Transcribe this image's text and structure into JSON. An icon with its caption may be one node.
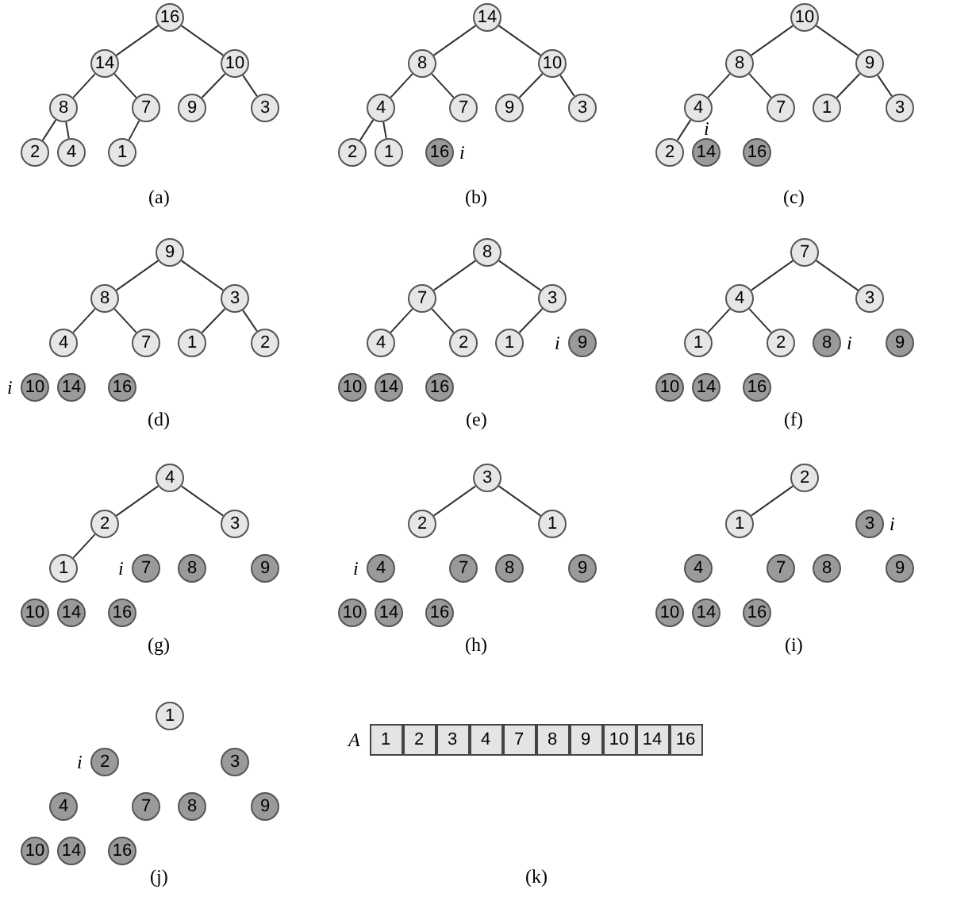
{
  "diagram": {
    "nodes": [
      {
        "text": [
          "16"
        ]
      },
      {
        "text": [
          "14"
        ]
      },
      {
        "text": [
          "10"
        ]
      },
      {
        "text": [
          "8"
        ]
      },
      {
        "text": [
          "7"
        ]
      },
      {
        "text": [
          "9"
        ]
      },
      {
        "text": [
          "3"
        ]
      },
      {
        "text": [
          "2"
        ]
      },
      {
        "text": [
          "4"
        ]
      },
      {
        "text": [
          "1"
        ]
      },
      {
        "text": [
          "14"
        ]
      },
      {
        "text": [
          "8"
        ]
      },
      {
        "text": [
          "10"
        ]
      },
      {
        "text": [
          "4"
        ]
      },
      {
        "text": [
          "7"
        ]
      },
      {
        "text": [
          "9"
        ]
      },
      {
        "text": [
          "3"
        ]
      },
      {
        "text": [
          "2"
        ]
      },
      {
        "text": [
          "1"
        ]
      },
      {
        "text": [
          "16"
        ]
      },
      {
        "text": [
          "10"
        ]
      },
      {
        "text": [
          "8"
        ]
      },
      {
        "text": [
          "9"
        ]
      },
      {
        "text": [
          "4"
        ]
      },
      {
        "text": [
          "7"
        ]
      },
      {
        "text": [
          "1"
        ]
      },
      {
        "text": [
          "3"
        ]
      },
      {
        "text": [
          "2"
        ]
      },
      {
        "text": [
          "14"
        ]
      },
      {
        "text": [
          "16"
        ]
      },
      {
        "text": [
          "9"
        ]
      },
      {
        "text": [
          "8"
        ]
      },
      {
        "text": [
          "3"
        ]
      },
      {
        "text": [
          "4"
        ]
      },
      {
        "text": [
          "7"
        ]
      },
      {
        "text": [
          "1"
        ]
      },
      {
        "text": [
          "2"
        ]
      },
      {
        "text": [
          "10"
        ]
      },
      {
        "text": [
          "14"
        ]
      },
      {
        "text": [
          "16"
        ]
      },
      {
        "text": [
          "8"
        ]
      },
      {
        "text": [
          "7"
        ]
      },
      {
        "text": [
          "3"
        ]
      },
      {
        "text": [
          "4"
        ]
      },
      {
        "text": [
          "2"
        ]
      },
      {
        "text": [
          "1"
        ]
      },
      {
        "text": [
          "9"
        ]
      },
      {
        "text": [
          "10"
        ]
      },
      {
        "text": [
          "14"
        ]
      },
      {
        "text": [
          "16"
        ]
      },
      {
        "text": [
          "7"
        ]
      },
      {
        "text": [
          "4"
        ]
      },
      {
        "text": [
          "3"
        ]
      },
      {
        "text": [
          "1"
        ]
      },
      {
        "text": [
          "2"
        ]
      },
      {
        "text": [
          "8"
        ]
      },
      {
        "text": [
          "9"
        ]
      },
      {
        "text": [
          "10"
        ]
      },
      {
        "text": [
          "14"
        ]
      },
      {
        "text": [
          "16"
        ]
      },
      {
        "text": [
          "4"
        ]
      },
      {
        "text": [
          "2"
        ]
      },
      {
        "text": [
          "3"
        ]
      },
      {
        "text": [
          "1"
        ]
      },
      {
        "text": [
          "7"
        ]
      },
      {
        "text": [
          "8"
        ]
      },
      {
        "text": [
          "9"
        ]
      },
      {
        "text": [
          "10"
        ]
      },
      {
        "text": [
          "14"
        ]
      },
      {
        "text": [
          "16"
        ]
      },
      {
        "text": [
          "3"
        ]
      },
      {
        "text": [
          "2"
        ]
      },
      {
        "text": [
          "1"
        ]
      },
      {
        "text": [
          "4"
        ]
      },
      {
        "text": [
          "7"
        ]
      },
      {
        "text": [
          "8"
        ]
      },
      {
        "text": [
          "9"
        ]
      },
      {
        "text": [
          "10"
        ]
      },
      {
        "text": [
          "14"
        ]
      },
      {
        "text": [
          "16"
        ]
      },
      {
        "text": [
          "2"
        ]
      },
      {
        "text": [
          "1"
        ]
      },
      {
        "text": [
          "3"
        ]
      },
      {
        "text": [
          "4"
        ]
      },
      {
        "text": [
          "7"
        ]
      },
      {
        "text": [
          "8"
        ]
      },
      {
        "text": [
          "9"
        ]
      },
      {
        "text": [
          "10"
        ]
      },
      {
        "text": [
          "14"
        ]
      },
      {
        "text": [
          "16"
        ]
      },
      {
        "text": [
          "1"
        ]
      },
      {
        "text": [
          "2"
        ]
      },
      {
        "text": [
          "3"
        ]
      },
      {
        "text": [
          "4"
        ]
      },
      {
        "text": [
          "7"
        ]
      },
      {
        "text": [
          "8"
        ]
      },
      {
        "text": [
          "9"
        ]
      },
      {
        "text": [
          "10"
        ]
      },
      {
        "text": [
          "14"
        ]
      },
      {
        "text": [
          "16"
        ]
      }
    ],
    "edges": [
      {
        "from": 0,
        "to": 1,
        "arrow": "none"
      },
      {
        "from": 0,
        "to": 2,
        "arrow": "none"
      },
      {
        "from": 1,
        "to": 3,
        "arrow": "none"
      },
      {
        "from": 1,
        "to": 4,
        "arrow": "none"
      },
      {
        "from": 2,
        "to": 5,
        "arrow": "none"
      },
      {
        "from": 2,
        "to": 6,
        "arrow": "none"
      },
      {
        "from": 3,
        "to": 7,
        "arrow": "none"
      },
      {
        "from": 3,
        "to": 8,
        "arrow": "none"
      },
      {
        "from": 4,
        "to": 9,
        "arrow": "none"
      },
      {
        "from": 10,
        "to": 11,
        "arrow": "none"
      },
      {
        "from": 10,
        "to": 12,
        "arrow": "none"
      },
      {
        "from": 11,
        "to": 13,
        "arrow": "none"
      },
      {
        "from": 11,
        "to": 14,
        "arrow": "none"
      },
      {
        "from": 12,
        "to": 15,
        "arrow": "none"
      },
      {
        "from": 12,
        "to": 16,
        "arrow": "none"
      },
      {
        "from": 13,
        "to": 17,
        "arrow": "none"
      },
      {
        "from": 13,
        "to": 18,
        "arrow": "none"
      },
      {
        "from": 20,
        "to": 21,
        "arrow": "none"
      },
      {
        "from": 20,
        "to": 22,
        "arrow": "none"
      },
      {
        "from": 21,
        "to": 23,
        "arrow": "none"
      },
      {
        "from": 21,
        "to": 24,
        "arrow": "none"
      },
      {
        "from": 22,
        "to": 25,
        "arrow": "none"
      },
      {
        "from": 22,
        "to": 26,
        "arrow": "none"
      },
      {
        "from": 23,
        "to": 27,
        "arrow": "none"
      },
      {
        "from": 30,
        "to": 31,
        "arrow": "none"
      },
      {
        "from": 30,
        "to": 32,
        "arrow": "none"
      },
      {
        "from": 31,
        "to": 33,
        "arrow": "none"
      },
      {
        "from": 31,
        "to": 34,
        "arrow": "none"
      },
      {
        "from": 32,
        "to": 35,
        "arrow": "none"
      },
      {
        "from": 32,
        "to": 36,
        "arrow": "none"
      },
      {
        "from": 40,
        "to": 41,
        "arrow": "none"
      },
      {
        "from": 40,
        "to": 42,
        "arrow": "none"
      },
      {
        "from": 41,
        "to": 43,
        "arrow": "none"
      },
      {
        "from": 41,
        "to": 44,
        "arrow": "none"
      },
      {
        "from": 42,
        "to": 45,
        "arrow": "none"
      },
      {
        "from": 50,
        "to": 51,
        "arrow": "none"
      },
      {
        "from": 50,
        "to": 52,
        "arrow": "none"
      },
      {
        "from": 51,
        "to": 53,
        "arrow": "none"
      },
      {
        "from": 51,
        "to": 54,
        "arrow": "none"
      },
      {
        "from": 60,
        "to": 61,
        "arrow": "none"
      },
      {
        "from": 60,
        "to": 62,
        "arrow": "none"
      },
      {
        "from": 61,
        "to": 63,
        "arrow": "none"
      },
      {
        "from": 70,
        "to": 71,
        "arrow": "none"
      },
      {
        "from": 70,
        "to": 72,
        "arrow": "none"
      },
      {
        "from": 80,
        "to": 81,
        "arrow": "none"
      }
    ],
    "labels": [
      "(a)",
      "i",
      "(b)",
      "i",
      "(c)",
      "i",
      "(d)",
      "i",
      "(e)",
      "i",
      "(f)",
      "i",
      "(g)",
      "i",
      "(h)",
      "i",
      "(i)",
      "i",
      "(j)",
      "A",
      "1",
      "2",
      "3",
      "4",
      "7",
      "8",
      "9",
      "10",
      "14",
      "16",
      "(k)"
    ]
  }
}
